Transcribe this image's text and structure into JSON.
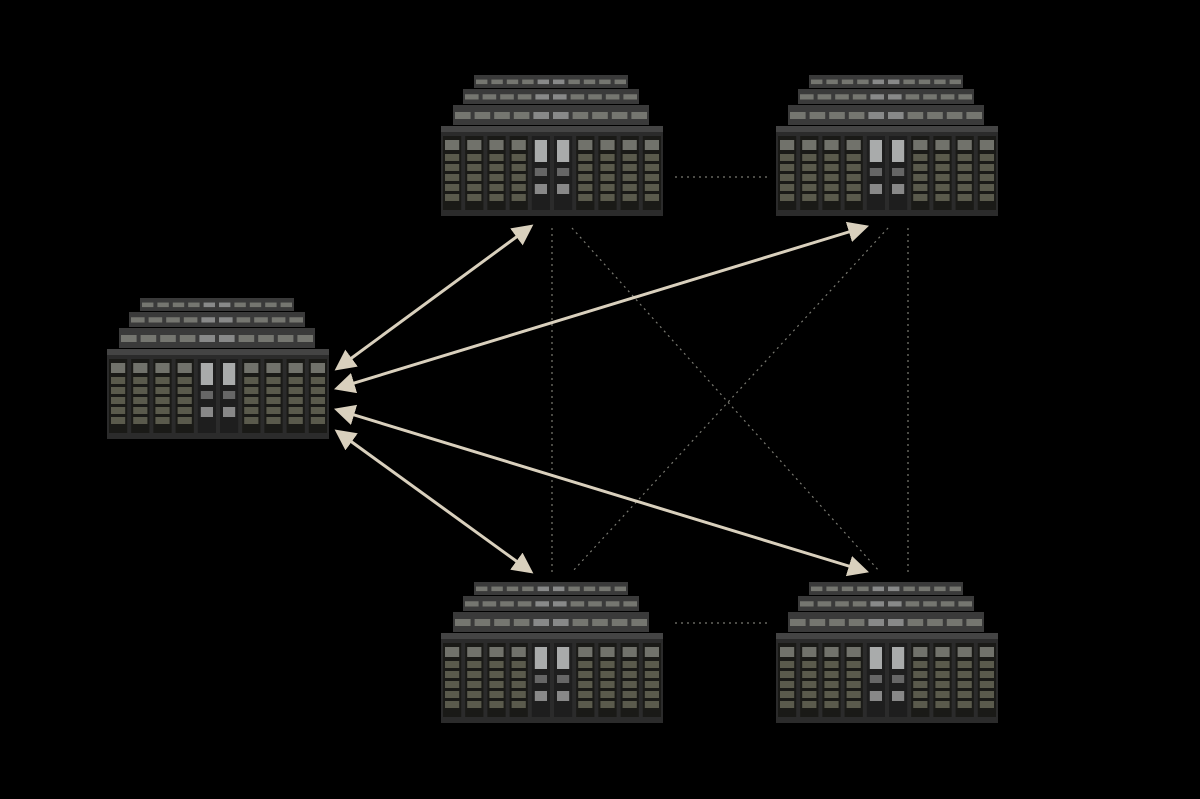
{
  "diagram": {
    "background": "#000000",
    "colors": {
      "arrow": "#d9d0bd",
      "dotted_link": "#7a7a72",
      "rack_frame": "#2b2b2b",
      "rack_panel": "#5a5a4c",
      "rack_panel_light": "#8f9088",
      "rack_center": "#a9abab",
      "rack_top": "#3a3a3a"
    },
    "nodes": [
      {
        "id": "source",
        "icon": "server-cluster-icon"
      },
      {
        "id": "top-left",
        "icon": "server-cluster-icon"
      },
      {
        "id": "top-right",
        "icon": "server-cluster-icon"
      },
      {
        "id": "bottom-left",
        "icon": "server-cluster-icon"
      },
      {
        "id": "bottom-right",
        "icon": "server-cluster-icon"
      }
    ],
    "arrows": [
      {
        "from": "source",
        "to": "top-left",
        "bidirectional": true
      },
      {
        "from": "source",
        "to": "top-right",
        "bidirectional": true
      },
      {
        "from": "source",
        "to": "bottom-right",
        "bidirectional": true
      },
      {
        "from": "source",
        "to": "bottom-left",
        "bidirectional": true
      }
    ],
    "dotted_links": [
      {
        "from": "top-left",
        "to": "top-right"
      },
      {
        "from": "bottom-left",
        "to": "bottom-right"
      },
      {
        "from": "top-left",
        "to": "bottom-left"
      },
      {
        "from": "top-right",
        "to": "bottom-right"
      },
      {
        "from": "top-left",
        "to": "bottom-right"
      },
      {
        "from": "top-right",
        "to": "bottom-left"
      }
    ]
  }
}
